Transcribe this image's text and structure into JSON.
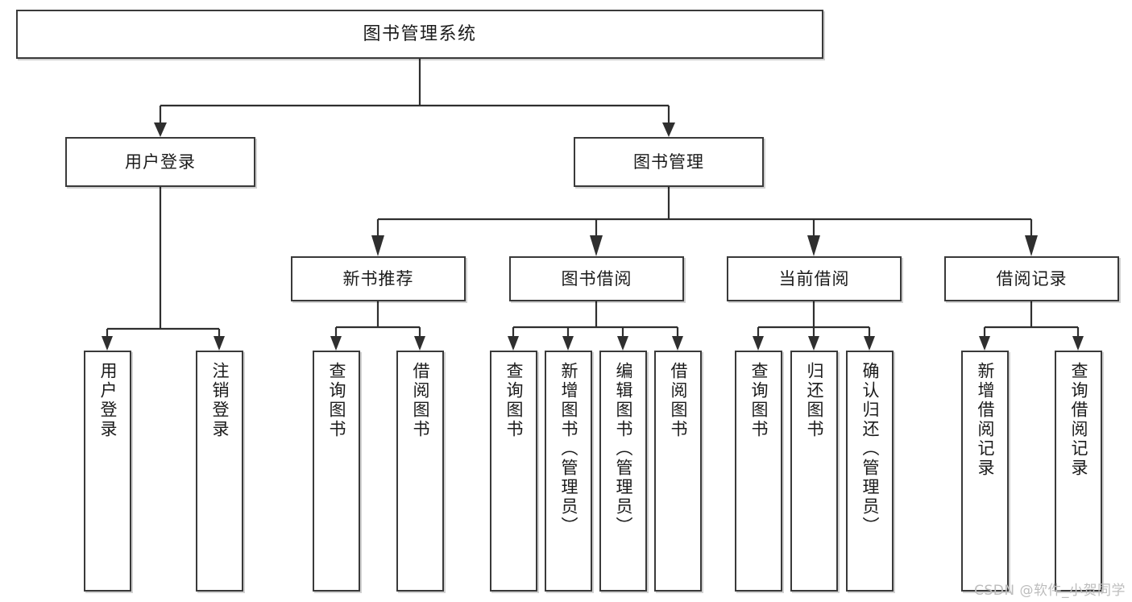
{
  "diagram": {
    "type": "tree",
    "title": "图书管理系统",
    "orientation": "top-down",
    "colors": {
      "box_border": "#3a3a3a",
      "box_fill": "#ffffff",
      "connector": "#2f2f2f",
      "text": "#1b1b1b",
      "watermark": "#bdbdbd",
      "background": "#ffffff"
    }
  },
  "nodes": {
    "root": {
      "label": "图书管理系统"
    },
    "level2": [
      {
        "label": "用户登录"
      },
      {
        "label": "图书管理"
      }
    ],
    "level3": [
      {
        "label": "新书推荐"
      },
      {
        "label": "图书借阅"
      },
      {
        "label": "当前借阅"
      },
      {
        "label": "借阅记录"
      }
    ],
    "leaves": {
      "user_login": [
        {
          "label": "用户登录"
        },
        {
          "label": "注销登录"
        }
      ],
      "new_book_recommend": [
        {
          "label": "查询图书"
        },
        {
          "label": "借阅图书"
        }
      ],
      "book_borrow": [
        {
          "label": "查询图书"
        },
        {
          "label": "新增图书（管理员）"
        },
        {
          "label": "编辑图书（管理员）"
        },
        {
          "label": "借阅图书"
        }
      ],
      "current_borrow": [
        {
          "label": "查询图书"
        },
        {
          "label": "归还图书"
        },
        {
          "label": "确认归还（管理员）"
        }
      ],
      "borrow_record": [
        {
          "label": "新增借阅记录"
        },
        {
          "label": "查询借阅记录"
        }
      ]
    }
  },
  "watermark": {
    "text": "CSDN @软件_小贺同学"
  }
}
